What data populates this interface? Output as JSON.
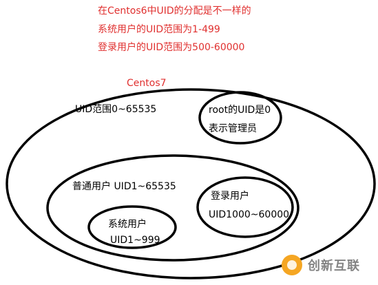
{
  "notes": [
    "在Centos6中UID的分配是不一样的",
    "系统用户的UID范围为1-499",
    "登录用户的UID范围为500-60000"
  ],
  "centos_label": "Centos7",
  "outer": {
    "label": "UID范围0~65535"
  },
  "root": {
    "line1": "root的UID是0",
    "line2": "表示管理员"
  },
  "normal_users": {
    "label": "普通用户 UID1~65535"
  },
  "login_users": {
    "line1": "登录用户",
    "line2": "UID1000~60000"
  },
  "system_users": {
    "line1": "系统用户",
    "line2": "UID1~999"
  },
  "brand": {
    "name": "创新互联",
    "color": "#f5a623"
  },
  "colors": {
    "note_red": "#e0302f",
    "line": "#000000"
  }
}
